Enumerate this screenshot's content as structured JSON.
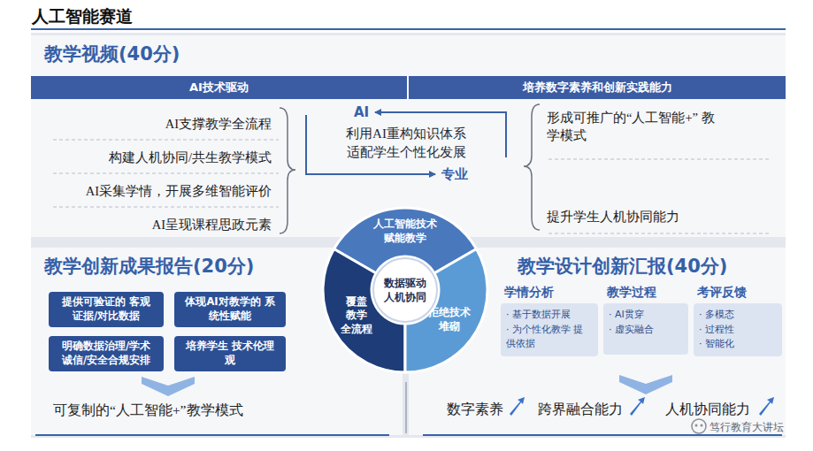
{
  "diagram": {
    "title": "人工智能赛道",
    "nodes": [
      {
        "text": [
          "教学视频(40分)"
        ]
      },
      {
        "text": [
          "AI技术驱动"
        ],
        "in": 0
      },
      {
        "text": [
          "培养数字素养和创新实践能力"
        ],
        "in": 0
      },
      {
        "text": [
          "利用AI重构知识体系 适配学生个性化发展"
        ],
        "in": 0
      },
      {
        "text": [
          "人工智能技术 赋能教学"
        ]
      },
      {
        "text": [
          "覆盖 教学 全流程"
        ]
      },
      {
        "text": [
          "拒绝技术堆砌"
        ]
      },
      {
        "text": [
          "数据驱动 人机协同"
        ]
      },
      {
        "text": [
          "教学创新成果报告(20分)"
        ]
      },
      {
        "text": [
          "提供可验证的 客观证据/对比数据"
        ],
        "in": 8
      },
      {
        "text": [
          "体现AI对教学的 系统性赋能"
        ],
        "in": 8
      },
      {
        "text": [
          "明确数据治理/学术 诚信/安全合规安排"
        ],
        "in": 8
      },
      {
        "text": [
          "培养学生 技术伦理观"
        ],
        "in": 8
      },
      {
        "text": [
          "教学设计创新汇报(40分)"
        ]
      },
      {
        "text": [
          "学情分析",
          "· 基于数据开展",
          "· 为个性化教学 提供依据"
        ],
        "in": 13
      },
      {
        "text": [
          "教学过程",
          "· AI贯穿",
          "· 虚实融合"
        ],
        "in": 13
      },
      {
        "text": [
          "考评反馈",
          "· 多模态",
          "· 过程性",
          "· 智能化"
        ],
        "in": 13
      }
    ],
    "labels": [
      "AI支撑教学全流程",
      "构建人机协同/共生教学模式",
      "AI采集学情，开展多维智能评价",
      "AI呈现课程思政元素",
      "AI",
      "专业",
      "形成可推广的“人工智能+” 教学模式",
      "提升学生人机协同能力",
      "可复制的“人工智能+”教学模式",
      "数字素养",
      "跨界融合能力",
      "人机协同能力",
      "笃行教育大讲坛"
    ]
  }
}
